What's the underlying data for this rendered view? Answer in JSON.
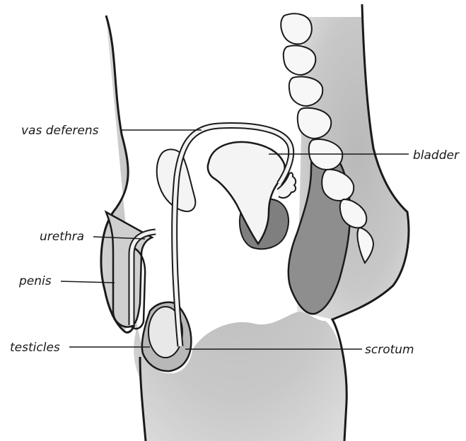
{
  "labels": {
    "vas_deferens": "vas deferens",
    "bladder": "bladder",
    "urethra": "urethra",
    "penis": "penis",
    "testicles": "testicles",
    "scrotum": "scrotum"
  },
  "colors": {
    "body_fill": "#c9c9c9",
    "outline": "#1a1a1a",
    "rectum_fill": "#8e8e8e",
    "prostate_fill": "#7f7f7f",
    "organ_fill": "#f4f4f4",
    "spine_fill": "#f7f7f7"
  }
}
